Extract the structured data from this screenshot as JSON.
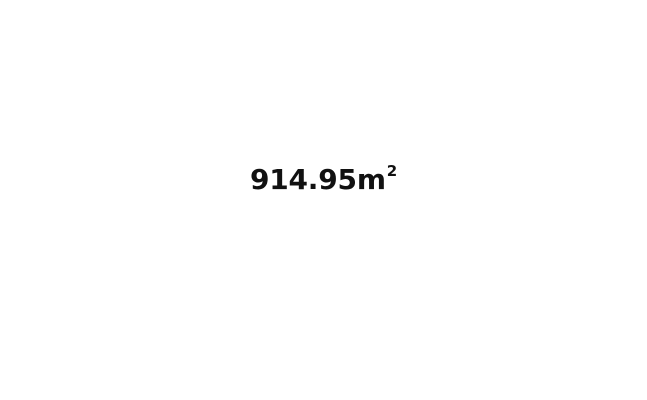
{
  "measurement": {
    "value": "914.95",
    "unit": "m",
    "exponent": "2"
  }
}
